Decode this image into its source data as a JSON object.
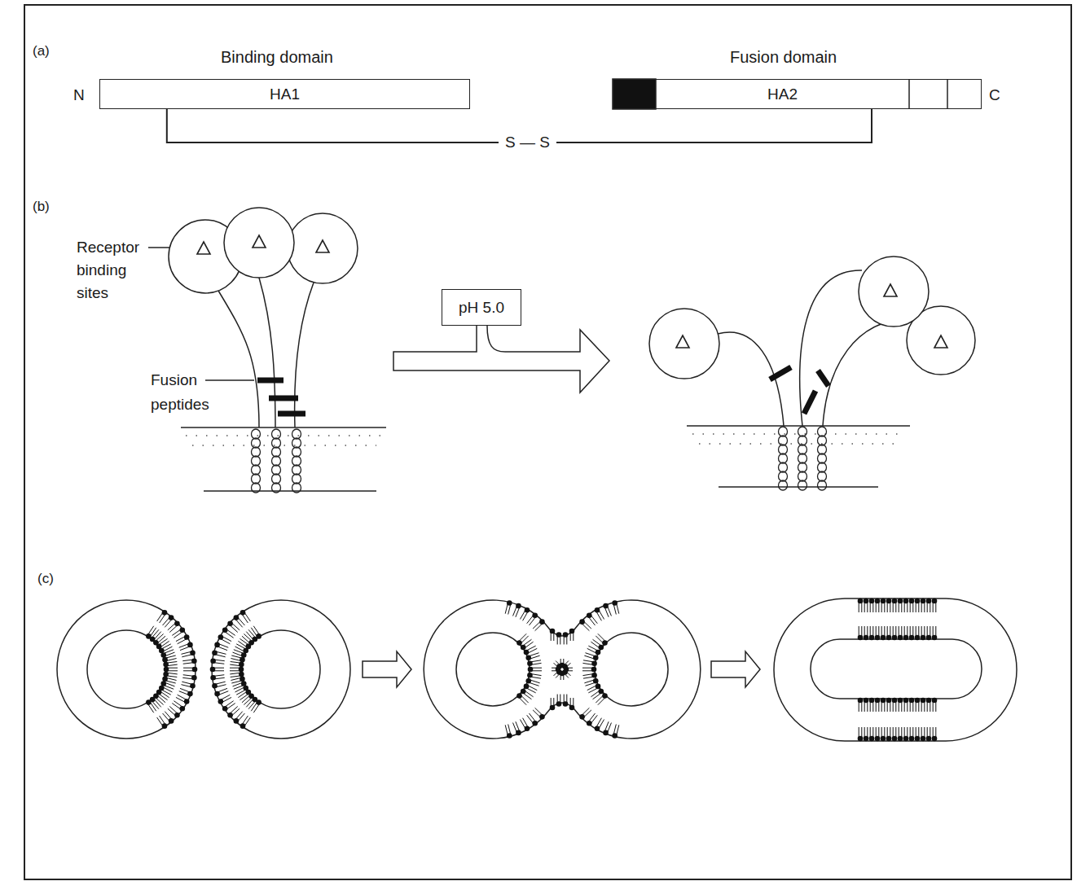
{
  "diagram": {
    "nodes": [
      {
        "text": [
          "HA1"
        ]
      },
      {
        "text": [
          "HA2"
        ]
      },
      {
        "text": [
          "pH 5.0"
        ]
      }
    ],
    "edges": [
      {
        "from": 0,
        "to": 1,
        "arrow": "none",
        "label": "S — S"
      }
    ],
    "labels": [
      "(a)",
      "Binding domain",
      "Fusion domain",
      "N",
      "C",
      "(b)",
      "Receptor binding sites",
      "Fusion peptides",
      "(c)"
    ]
  }
}
